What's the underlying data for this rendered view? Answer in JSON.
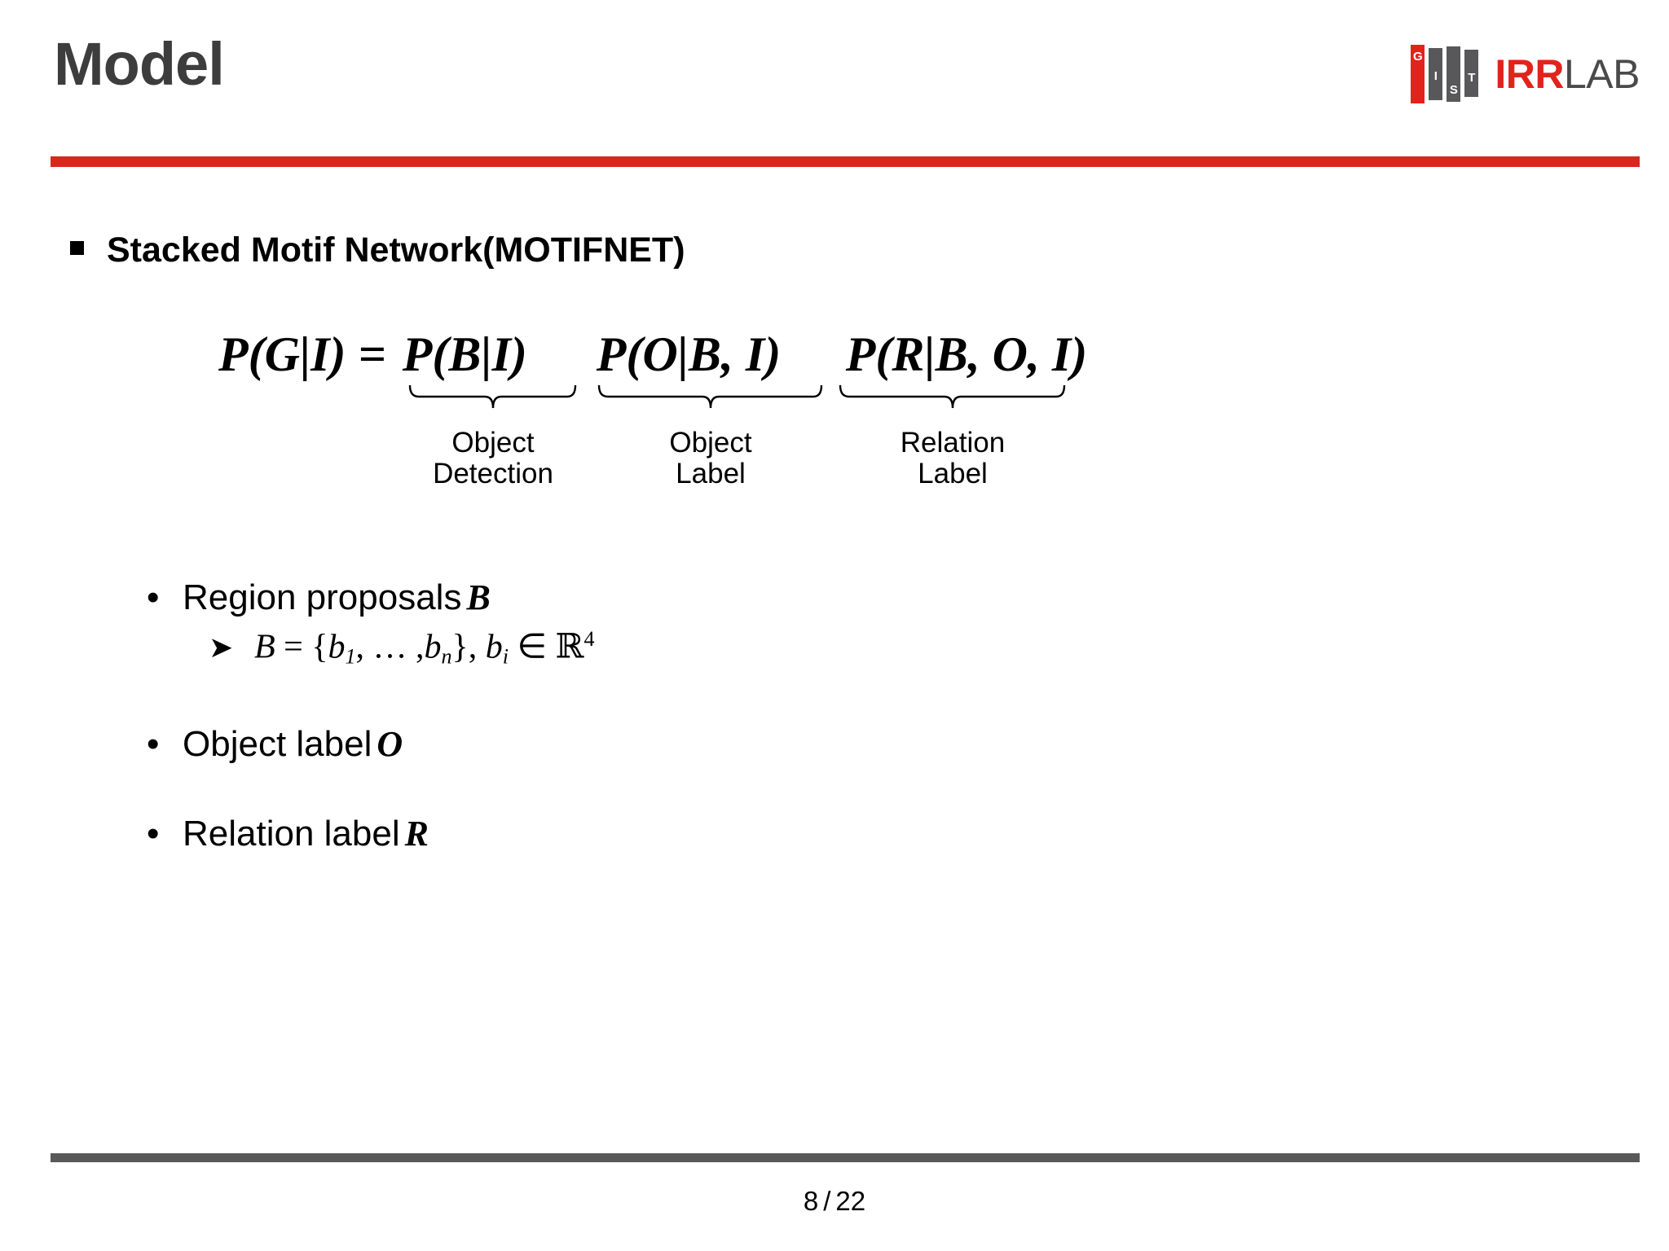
{
  "slide": {
    "title": "Model",
    "accent_color": "#d7281d",
    "title_color": "#3d3d3d",
    "footer_rule_color": "#595959"
  },
  "logo": {
    "mark_letters": [
      "G",
      "I",
      "S",
      "T"
    ],
    "mark_red": "#e0241b",
    "mark_gray": "#58585a",
    "text_primary": "IRR",
    "text_secondary": "LAB",
    "text_primary_color": "#e0241b",
    "text_secondary_color": "#4a4a4a"
  },
  "content": {
    "section_heading": "Stacked Motif Network(MOTIFNET)",
    "equation": {
      "lhs": "P(G|I) =",
      "terms": [
        {
          "expr": "P(B|I)",
          "label_line1": "Object",
          "label_line2": "Detection"
        },
        {
          "expr": "P(O|B, I)",
          "label_line1": "Object",
          "label_line2": "Label"
        },
        {
          "expr": "P(R|B, O, I)",
          "label_line1": "Relation",
          "label_line2": "Label"
        }
      ]
    },
    "bullets": [
      {
        "bullet_glyph": "•",
        "text": "Region proposals",
        "symbol": "B",
        "sub": {
          "arrow_glyph": "➤",
          "set_lhs": "B",
          "equals": "=",
          "set_open": "{",
          "item_first": "b",
          "item_first_sub": "1",
          "ellipsis": ", … ,",
          "item_last": "b",
          "item_last_sub": "n",
          "set_close": "}",
          "comma": ",",
          "elem": "b",
          "elem_sub": "i",
          "in_symbol": "∈",
          "domain": "ℝ",
          "domain_sup": "4"
        }
      },
      {
        "bullet_glyph": "•",
        "text": "Object label",
        "symbol": "O"
      },
      {
        "bullet_glyph": "•",
        "text": "Relation label",
        "symbol": "R"
      }
    ]
  },
  "footer": {
    "page_current": "8",
    "page_separator": "/",
    "page_total": "22"
  }
}
